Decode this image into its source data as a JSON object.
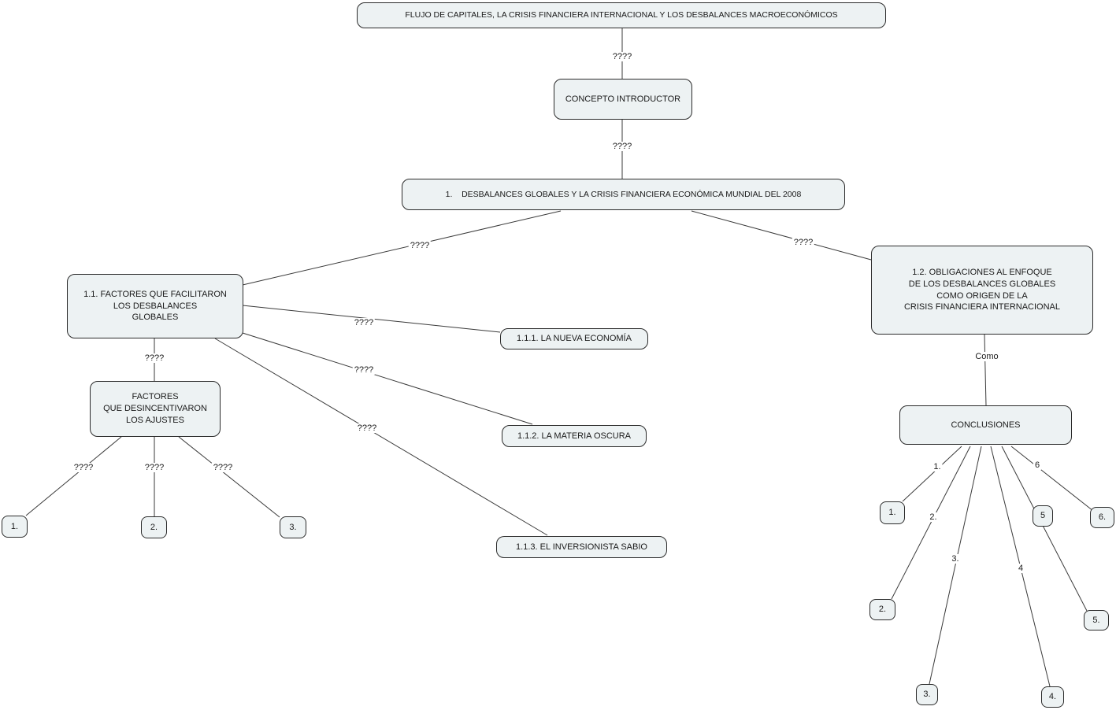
{
  "map": {
    "colors": {
      "background": "#ffffff",
      "node_fill": "#edf2f3",
      "node_border": "#2b2b2b",
      "line": "#3a3a3a",
      "text": "#1a1a1a"
    },
    "nodes": {
      "title": "FLUJO DE CAPITALES, LA CRISIS FINANCIERA INTERNACIONAL Y LOS DESBALANCES MACROECONÓMICOS",
      "concepto_introductor": "CONCEPTO INTRODUCTOR",
      "desbalances": "1.    DESBALANCES GLOBALES Y LA CRISIS FINANCIERA ECONÓMICA MUNDIAL DEL 2008",
      "factores_facilitaron": "1.1. FACTORES QUE FACILITARON\nLOS DESBALANCES\nGLOBALES",
      "obligaciones": "1.2. OBLIGACIONES AL ENFOQUE\nDE LOS DESBALANCES GLOBALES\nCOMO ORIGEN DE LA\nCRISIS FINANCIERA INTERNACIONAL",
      "nueva_economia": "1.1.1. LA NUEVA ECONOMÍA",
      "materia_oscura": "1.1.2. LA MATERIA OSCURA",
      "inversionista_sabio": "1.1.3. EL INVERSIONISTA SABIO",
      "factores_desincentivaron": "FACTORES\nQUE DESINCENTIVARON\nLOS AJUSTES",
      "ajuste_1": "1.",
      "ajuste_2": "2.",
      "ajuste_3": "3.",
      "conclusiones": "CONCLUSIONES",
      "conclusion_1": "1.",
      "conclusion_2": "2.",
      "conclusion_3": "3.",
      "conclusion_4": "4.",
      "conclusion_5": "5.",
      "conclusion_6": "6."
    },
    "edge_labels": {
      "titulo_concepto": "????",
      "concepto_desbalances": "????",
      "desbalances_factores": "????",
      "desbalances_obligaciones": "????",
      "factores_nueva_economia": "????",
      "factores_materia_oscura": "????",
      "factores_inversionista": "????",
      "factores_desincentivaron": "????",
      "desincentivaron_1": "????",
      "desincentivaron_2": "????",
      "desincentivaron_3": "????",
      "obligaciones_conclusiones": "Como",
      "conclusiones_1": "1.",
      "conclusiones_2": "2.",
      "conclusiones_3": "3.",
      "conclusiones_4": "4",
      "conclusiones_5": "5",
      "conclusiones_6": "6"
    }
  }
}
